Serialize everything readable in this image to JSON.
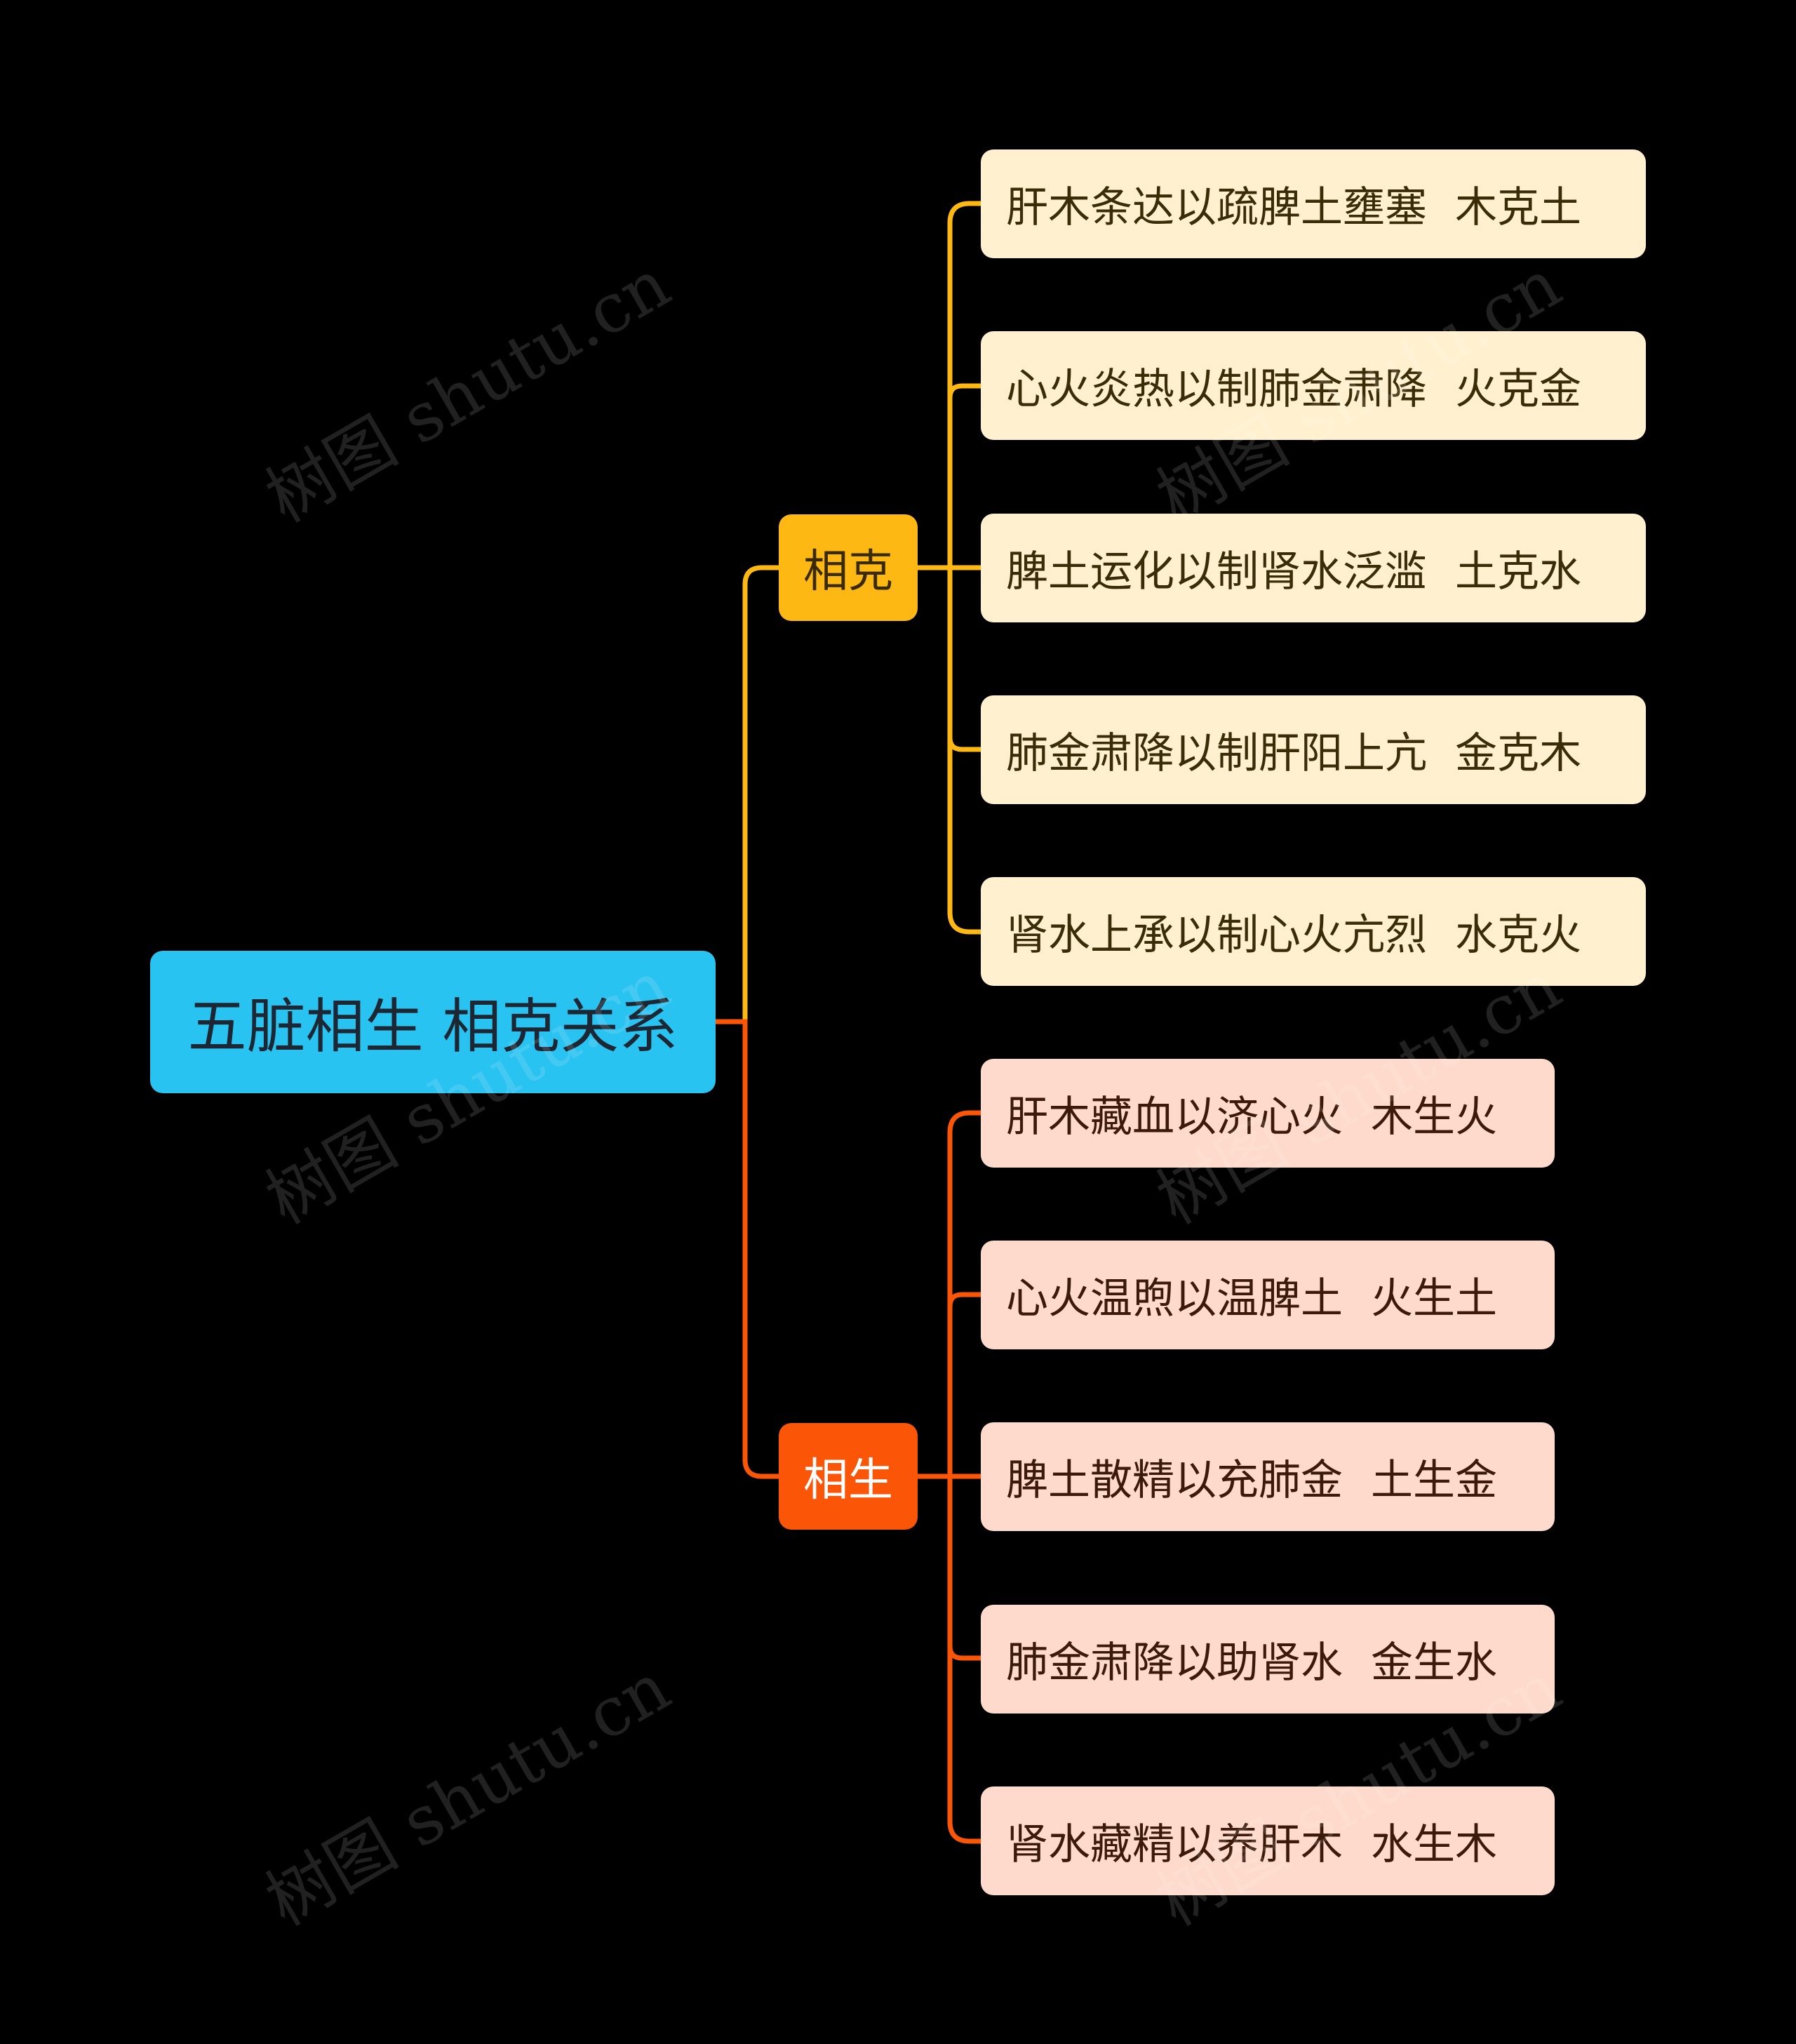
{
  "root": {
    "label": "五脏相生 相克关系",
    "color": "#29C3F1"
  },
  "branches": {
    "ke": {
      "label": "相克",
      "color": "#FDB813",
      "items": [
        {
          "text": "肝木条达以疏脾土壅塞",
          "tag": "木克土"
        },
        {
          "text": "心火炎热以制肺金肃降",
          "tag": "火克金"
        },
        {
          "text": "脾土运化以制肾水泛滥",
          "tag": "土克水"
        },
        {
          "text": "肺金肃降以制肝阳上亢",
          "tag": "金克木"
        },
        {
          "text": "肾水上承以制心火亢烈",
          "tag": "水克火"
        }
      ]
    },
    "sheng": {
      "label": "相生",
      "color": "#FB5607",
      "items": [
        {
          "text": "肝木藏血以济心火",
          "tag": "木生火"
        },
        {
          "text": "心火温煦以温脾土",
          "tag": "火生土"
        },
        {
          "text": "脾土散精以充肺金",
          "tag": "土生金"
        },
        {
          "text": "肺金肃降以助肾水",
          "tag": "金生水"
        },
        {
          "text": "肾水藏精以养肝木",
          "tag": "水生木"
        }
      ]
    }
  },
  "watermark": "树图 shutu.cn"
}
